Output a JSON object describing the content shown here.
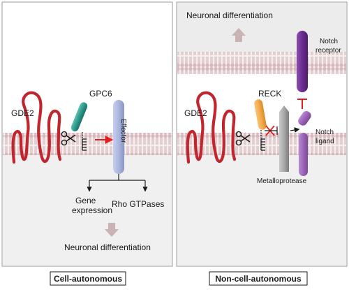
{
  "colors": {
    "panel_bg": "#ececec",
    "membrane_head": "#d7b8bd",
    "membrane_core": "#f7eeee",
    "gde2": "#c0262d",
    "gpc6": "#2e9a8d",
    "effector": "#aab6dd",
    "reck": "#f3aa4c",
    "metalloprotease": "#a8a8a8",
    "notch_receptor": "#6a2d8f",
    "notch_ligand": "#9b64b8",
    "inhibit_red": "#e02020",
    "flow_arrow": "#c9b3b5"
  },
  "icons": [
    "scissors-icon",
    "gpi-anchor-icon",
    "inhibition-bar-icon",
    "cross-mark-icon"
  ],
  "left_panel": {
    "gde2_label": "GDE2",
    "gpc6_label": "GPC6",
    "effector_label": "Effector",
    "gene_expression_line1": "Gene",
    "gene_expression_line2": "expression",
    "rho_label": "Rho GTPases",
    "outcome_label": "Neuronal differentiation",
    "caption": "Cell-autonomous"
  },
  "right_panel": {
    "outcome_label": "Neuronal differentiation",
    "notch_receptor_line1": "Notch",
    "notch_receptor_line2": "receptor",
    "reck_label": "RECK",
    "gde2_label": "GDE2",
    "notch_ligand_line1": "Notch",
    "notch_ligand_line2": "ligand",
    "metalloprotease_label": "Metalloprotease",
    "caption": "Non-cell-autonomous"
  }
}
